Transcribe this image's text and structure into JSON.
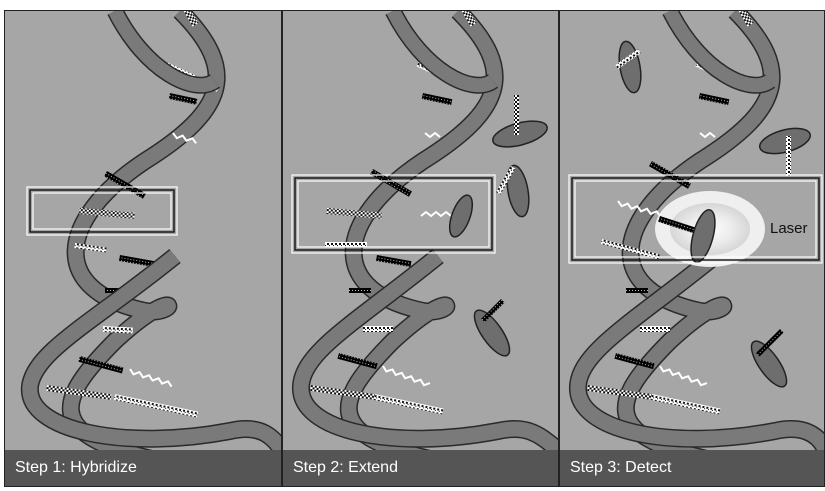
{
  "panels": [
    {
      "id": "hybridize",
      "caption": "Step 1: Hybridize"
    },
    {
      "id": "extend",
      "caption": "Step 2: Extend"
    },
    {
      "id": "detect",
      "caption": "Step 3: Detect",
      "laser_label": "Laser"
    }
  ],
  "colors": {
    "background": "#a6a6a6",
    "strand": "#7a7a7a",
    "strand_outline": "#2a2a2a",
    "polymerase": "#6e6e6e",
    "caption_bar": "#555555",
    "laser_glow": "#f2f2f2"
  }
}
